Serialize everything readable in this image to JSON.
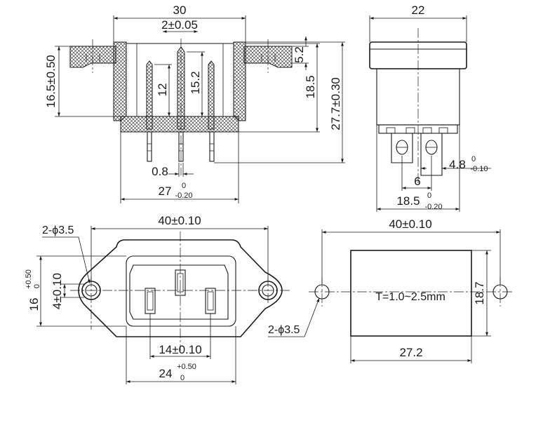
{
  "dims": {
    "top_width": "30",
    "pin_pitch": "2±0.05",
    "flange_height": "16.5±0.50",
    "pin_len_1": "12",
    "pin_len_2": "15.2",
    "body_depth": "18.5",
    "total_height": "27.7±0.30",
    "flange_thk": "5.2",
    "pin_thk": "0.8",
    "base_width_main": "27",
    "base_width_tol_up": "0",
    "base_width_tol_dn": "-0.20",
    "side_width": "22",
    "term_width_main": "4.8",
    "term_width_tol_up": "0",
    "term_width_tol_dn": "-0.10",
    "term_pitch": "6",
    "side_base_main": "18.5",
    "side_base_tol_up": "0",
    "side_base_tol_dn": "-0.20",
    "hole_spacing": "40±0.10",
    "hole_callout": "2-ϕ3.5",
    "flange_h_main": "16",
    "flange_h_tol_up": "+0.50",
    "flange_h_tol_dn": "0",
    "hole_offset": "4±0.10",
    "contact_spacing": "14±0.10",
    "body_width_main": "24",
    "body_width_tol_up": "+0.50",
    "body_width_tol_dn": "0",
    "cutout_spacing": "40±0.10",
    "cutout_height": "18.7",
    "cutout_width": "27.2",
    "cutout_hole": "2-ϕ3.5"
  },
  "notes": {
    "panel_thickness": "T=1.0~2.5mm"
  }
}
